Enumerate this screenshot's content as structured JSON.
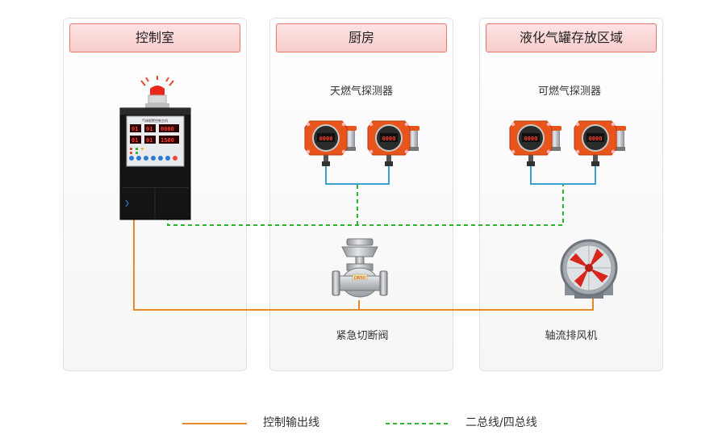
{
  "panels": {
    "control_room": "控制室",
    "kitchen": "厨房",
    "tank_area": "液化气罐存放区域"
  },
  "labels": {
    "natural_gas_detector": "天燃气探测器",
    "combustible_gas_detector": "可燃气探测器",
    "emergency_valve": "紧急切断阀",
    "axial_fan": "轴流排风机"
  },
  "controller": {
    "title": "气体报警控制主机",
    "readouts": [
      "01",
      "01",
      "0000",
      "01",
      "01",
      "1500"
    ]
  },
  "detector_display": "0000",
  "valve_tag": "DN50",
  "legend": {
    "control_output": "控制输出线",
    "bus_line": "二总线/四总线"
  },
  "colors": {
    "control_line": "#e6892a",
    "bus_line": "#2eb52e",
    "sensor_wire": "#3aa0d0",
    "header_border": "#e8766e",
    "detector_orange": "#e8551c"
  }
}
